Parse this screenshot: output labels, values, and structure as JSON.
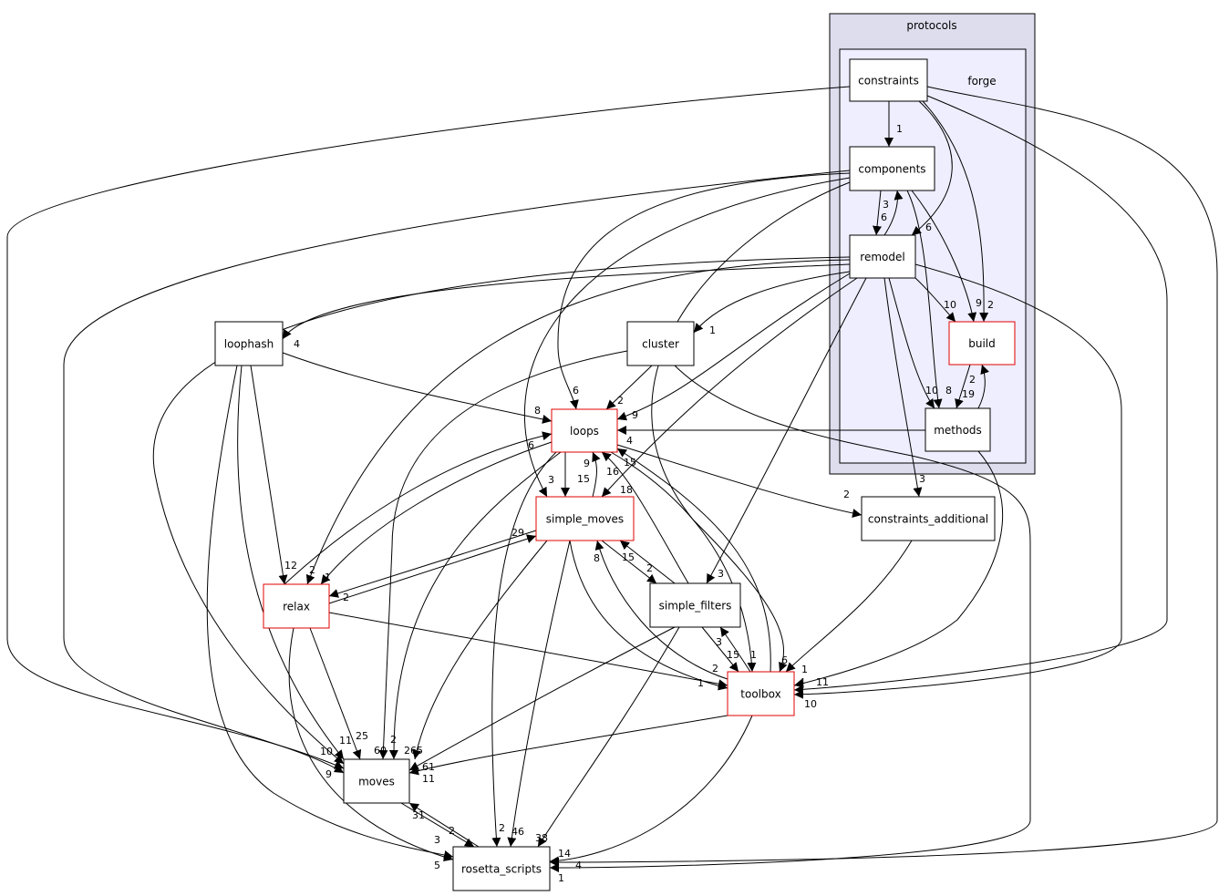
{
  "clusters": {
    "outer": {
      "label": "protocols",
      "fill": "#ddddee"
    },
    "inner": {
      "label": "forge",
      "fill": "#eeeeff"
    }
  },
  "colors": {
    "highlight_border": "#e00000",
    "border": "#000000"
  },
  "nodes": [
    {
      "id": "constraints",
      "label": "constraints",
      "highlight": false
    },
    {
      "id": "components",
      "label": "components",
      "highlight": false
    },
    {
      "id": "remodel",
      "label": "remodel",
      "highlight": false
    },
    {
      "id": "build",
      "label": "build",
      "highlight": true
    },
    {
      "id": "methods",
      "label": "methods",
      "highlight": false
    },
    {
      "id": "loophash",
      "label": "loophash",
      "highlight": false
    },
    {
      "id": "cluster",
      "label": "cluster",
      "highlight": false
    },
    {
      "id": "loops",
      "label": "loops",
      "highlight": true
    },
    {
      "id": "constraints_additional",
      "label": "constraints_additional",
      "highlight": false
    },
    {
      "id": "simple_moves",
      "label": "simple_moves",
      "highlight": true
    },
    {
      "id": "simple_filters",
      "label": "simple_filters",
      "highlight": false
    },
    {
      "id": "relax",
      "label": "relax",
      "highlight": true
    },
    {
      "id": "toolbox",
      "label": "toolbox",
      "highlight": true
    },
    {
      "id": "moves",
      "label": "moves",
      "highlight": false
    },
    {
      "id": "rosetta_scripts",
      "label": "rosetta_scripts",
      "highlight": false
    }
  ],
  "edges": [
    {
      "from": "constraints",
      "to": "components",
      "label": "1"
    },
    {
      "from": "constraints",
      "to": "remodel",
      "label": "6"
    },
    {
      "from": "constraints",
      "to": "build",
      "label": "2"
    },
    {
      "from": "constraints",
      "to": "toolbox",
      "label": "11"
    },
    {
      "from": "constraints",
      "to": "rosetta_scripts",
      "label": "14"
    },
    {
      "from": "constraints",
      "to": "moves",
      "label": "9"
    },
    {
      "from": "components",
      "to": "remodel",
      "label": "6"
    },
    {
      "from": "remodel",
      "to": "components",
      "label": "3"
    },
    {
      "from": "components",
      "to": "build",
      "label": "9"
    },
    {
      "from": "components",
      "to": "methods",
      "label": "8"
    },
    {
      "from": "remodel",
      "to": "methods",
      "label": "10"
    },
    {
      "from": "components",
      "to": "loops",
      "label": "6"
    },
    {
      "from": "components",
      "to": "simple_moves",
      "label": "3"
    },
    {
      "from": "components",
      "to": "toolbox",
      "label": "6"
    },
    {
      "from": "components",
      "to": "moves",
      "label": "2"
    },
    {
      "from": "remodel",
      "to": "build",
      "label": "10"
    },
    {
      "from": "remodel",
      "to": "loophash",
      "label": "4"
    },
    {
      "from": "remodel",
      "to": "cluster",
      "label": "1"
    },
    {
      "from": "remodel",
      "to": "loops",
      "label": "9"
    },
    {
      "from": "remodel",
      "to": "simple_moves",
      "label": "18"
    },
    {
      "from": "remodel",
      "to": "simple_filters",
      "label": "3"
    },
    {
      "from": "remodel",
      "to": "constraints_additional",
      "label": "3"
    },
    {
      "from": "remodel",
      "to": "relax",
      "label": "2"
    },
    {
      "from": "remodel",
      "to": "moves",
      "label": "10"
    },
    {
      "from": "remodel",
      "to": "toolbox",
      "label": "10"
    },
    {
      "from": "build",
      "to": "methods",
      "label": "19"
    },
    {
      "from": "methods",
      "to": "build",
      "label": "2"
    },
    {
      "from": "methods",
      "to": "loops",
      "label": "4"
    },
    {
      "from": "methods",
      "to": "toolbox",
      "label": "4"
    },
    {
      "from": "loophash",
      "to": "loops",
      "label": "8"
    },
    {
      "from": "loophash",
      "to": "relax",
      "label": "12"
    },
    {
      "from": "loophash",
      "to": "moves",
      "label": "11"
    },
    {
      "from": "loophash",
      "to": "rosetta_scripts",
      "label": "3"
    },
    {
      "from": "cluster",
      "to": "loops",
      "label": "2"
    },
    {
      "from": "cluster",
      "to": "moves",
      "label": "60"
    },
    {
      "from": "cluster",
      "to": "rosetta_scripts",
      "label": "1"
    },
    {
      "from": "loops",
      "to": "simple_moves",
      "label": "15"
    },
    {
      "from": "simple_moves",
      "to": "loops",
      "label": "9"
    },
    {
      "from": "loops",
      "to": "relax",
      "label": "1"
    },
    {
      "from": "relax",
      "to": "loops",
      "label": "6"
    },
    {
      "from": "loops",
      "to": "constraints_additional",
      "label": "2"
    },
    {
      "from": "loops",
      "to": "moves",
      "label": "2"
    },
    {
      "from": "loops",
      "to": "rosetta_scripts",
      "label": "2"
    },
    {
      "from": "loops",
      "to": "toolbox",
      "label": "1"
    },
    {
      "from": "toolbox",
      "to": "loops",
      "label": "15"
    },
    {
      "from": "simple_filters",
      "to": "loops",
      "label": "16"
    },
    {
      "from": "relax",
      "to": "simple_moves",
      "label": "29"
    },
    {
      "from": "simple_moves",
      "to": "relax",
      "label": "2"
    },
    {
      "from": "simple_moves",
      "to": "simple_filters",
      "label": "2"
    },
    {
      "from": "simple_filters",
      "to": "simple_moves",
      "label": "15"
    },
    {
      "from": "simple_moves",
      "to": "toolbox",
      "label": "2"
    },
    {
      "from": "toolbox",
      "to": "simple_moves",
      "label": "8"
    },
    {
      "from": "simple_moves",
      "to": "moves",
      "label": "265"
    },
    {
      "from": "simple_moves",
      "to": "rosetta_scripts",
      "label": "46"
    },
    {
      "from": "simple_filters",
      "to": "toolbox",
      "label": "15"
    },
    {
      "from": "toolbox",
      "to": "simple_filters",
      "label": "3"
    },
    {
      "from": "simple_filters",
      "to": "moves",
      "label": "61"
    },
    {
      "from": "simple_filters",
      "to": "rosetta_scripts",
      "label": "38"
    },
    {
      "from": "relax",
      "to": "toolbox",
      "label": "1"
    },
    {
      "from": "relax",
      "to": "moves",
      "label": "25"
    },
    {
      "from": "relax",
      "to": "rosetta_scripts",
      "label": "5"
    },
    {
      "from": "toolbox",
      "to": "moves",
      "label": "11"
    },
    {
      "from": "toolbox",
      "to": "rosetta_scripts",
      "label": "4"
    },
    {
      "from": "moves",
      "to": "rosetta_scripts",
      "label": "2"
    },
    {
      "from": "rosetta_scripts",
      "to": "moves",
      "label": "31"
    },
    {
      "from": "constraints_additional",
      "to": "toolbox",
      "label": "1"
    }
  ]
}
